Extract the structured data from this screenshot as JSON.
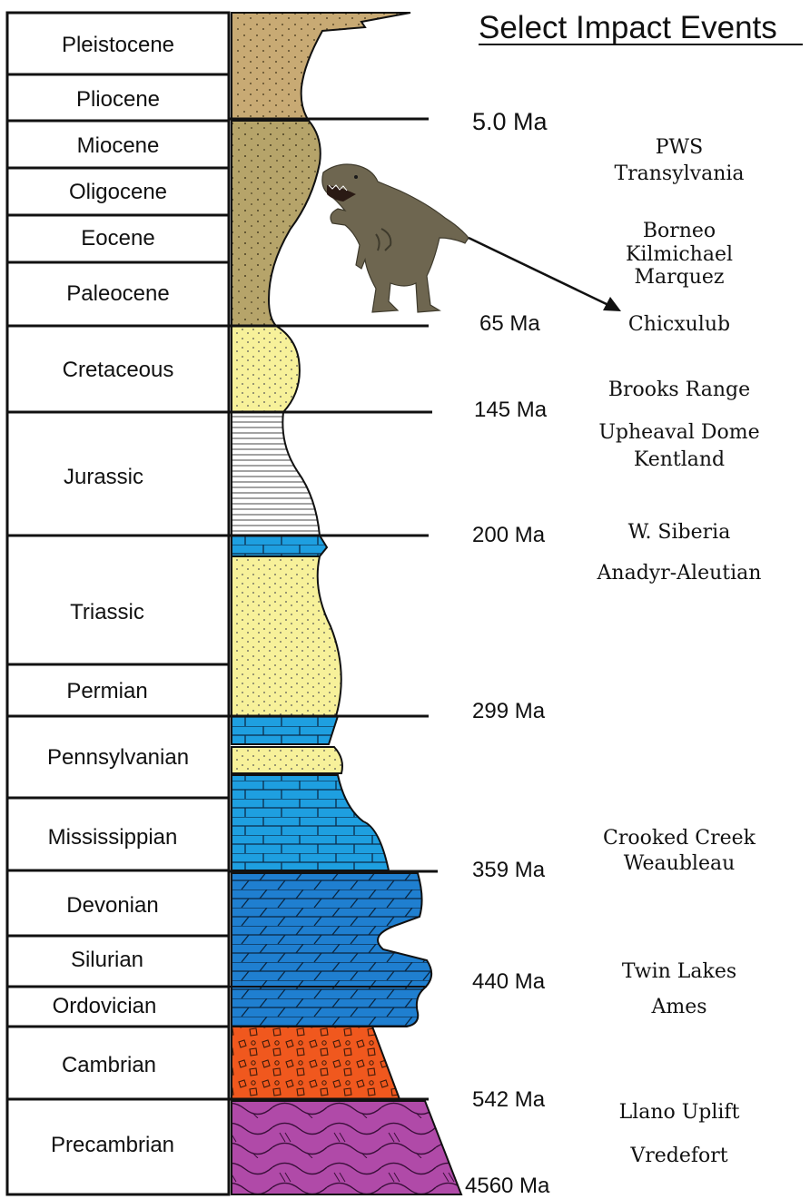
{
  "title": "Select Impact Events",
  "periods": [
    {
      "label": "Pleistocene"
    },
    {
      "label": "Pliocene"
    },
    {
      "label": "Miocene"
    },
    {
      "label": "Oligocene"
    },
    {
      "label": "Eocene"
    },
    {
      "label": "Paleocene"
    },
    {
      "label": "Cretaceous"
    },
    {
      "label": "Jurassic"
    },
    {
      "label": "Triassic"
    },
    {
      "label": "Permian"
    },
    {
      "label": "Pennsylvanian"
    },
    {
      "label": "Mississippian"
    },
    {
      "label": "Devonian"
    },
    {
      "label": "Silurian"
    },
    {
      "label": "Ordovician"
    },
    {
      "label": "Cambrian"
    },
    {
      "label": "Precambrian"
    }
  ],
  "ages": [
    "5.0 Ma",
    "65 Ma",
    "145 Ma",
    "200 Ma",
    "299 Ma",
    "359 Ma",
    "440 Ma",
    "542 Ma",
    "4560 Ma"
  ],
  "events": [
    "PWS",
    "Transylvania",
    "Borneo",
    "Kilmichael",
    "Marquez",
    "Chicxulub",
    "Brooks Range",
    "Upheaval Dome",
    "Kentland",
    "W. Siberia",
    "Anadyr-Aleutian",
    "Crooked Creek",
    "Weaubleau",
    "Twin Lakes",
    "Ames",
    "Llano Uplift",
    "Vredefort"
  ],
  "colors": {
    "sand_tan": "#c8aa74",
    "sand_olive": "#b6a46a",
    "sandstone_yellow": "#f7f19a",
    "limestone_blue": "#1e9fe0",
    "dolomite_blue": "#1f7fd0",
    "conglomerate_orange": "#f0581e",
    "metamorphic_purple": "#b04aa8",
    "dino_body": "#6e6650"
  },
  "icons": {
    "dinosaur": "t-rex-icon",
    "pointer": "arrow-icon"
  }
}
